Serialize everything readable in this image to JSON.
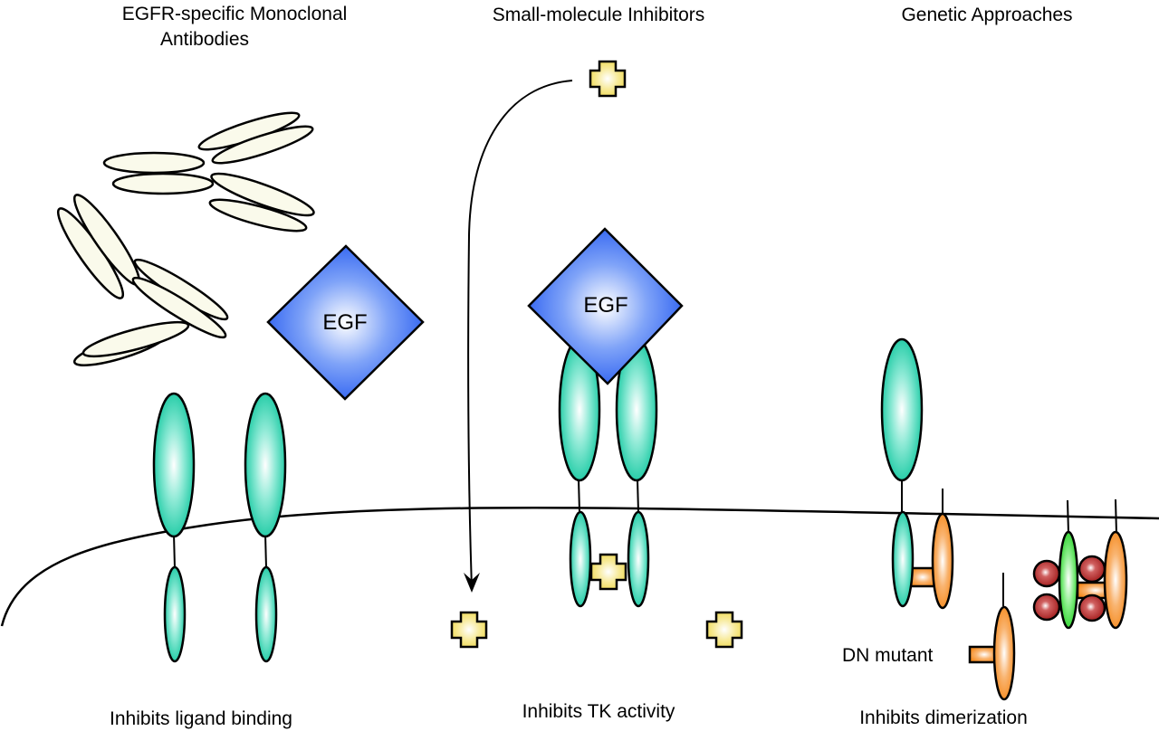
{
  "sections": [
    {
      "title_lines": [
        "EGFR-specific Monoclonal",
        "Antibodies"
      ],
      "caption": "Inhibits ligand binding"
    },
    {
      "title_lines": [
        "Small-molecule Inhibitors"
      ],
      "caption": "Inhibits TK activity"
    },
    {
      "title_lines": [
        "Genetic Approaches"
      ],
      "caption": "Inhibits dimerization"
    }
  ],
  "ligand_label": "EGF",
  "mutant_label": "DN mutant",
  "colors": {
    "receptor": "#14c8a0",
    "ligand": "#2a5ef0",
    "inhibitor": "#f0dc5a",
    "antibody": "#fafaeb",
    "dn_mutant": "#f58a1e",
    "heterodimer_partner": "#28d228",
    "bead": "#a01818"
  },
  "icons": {
    "antibody": "antibody-icon",
    "ligand": "egf-diamond-icon",
    "inhibitor": "small-molecule-cross-icon",
    "receptor": "egfr-receptor-icon",
    "membrane": "cell-membrane",
    "arrow": "entry-arrow"
  }
}
